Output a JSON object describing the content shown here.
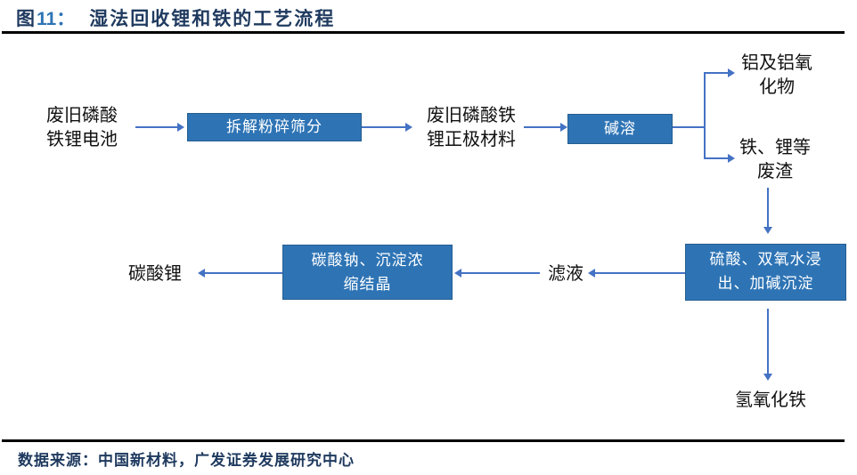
{
  "colors": {
    "title": "#1f3a5f",
    "accent": "#2e74b5",
    "rule": "#000000",
    "box_fill": "#2e74b5",
    "box_border": "#255e91",
    "arrow": "#4472c4",
    "text": "#111111"
  },
  "header": {
    "figure_char": "图",
    "figure_number": "11：",
    "title": "湿法回收锂和铁的工艺流程"
  },
  "flow": {
    "nodes": {
      "waste_battery": {
        "lines": [
          "废旧磷酸",
          "铁锂电池"
        ]
      },
      "dismantle": {
        "label": "拆解粉碎筛分"
      },
      "waste_cathode": {
        "lines": [
          "废旧磷酸铁",
          "锂正极材料"
        ]
      },
      "alkali_dissolution": {
        "label": "碱溶"
      },
      "aluminum_oxides": {
        "lines": [
          "铝及铝氧",
          "化物"
        ]
      },
      "iron_lithium_residue": {
        "lines": [
          "铁、锂等",
          "废渣"
        ]
      },
      "acid_leach_precipitate": {
        "lines": [
          "硫酸、双氧水浸",
          "出、加碱沉淀"
        ]
      },
      "iron_hydroxide": {
        "label": "氢氧化铁"
      },
      "filtrate": {
        "label": "滤液"
      },
      "carbonate_crystallize": {
        "lines": [
          "碳酸钠、沉淀浓",
          "缩结晶"
        ]
      },
      "lithium_carbonate": {
        "label": "碳酸锂"
      }
    }
  },
  "footer": {
    "source": "数据来源：中国新材料，广发证券发展研究中心"
  }
}
